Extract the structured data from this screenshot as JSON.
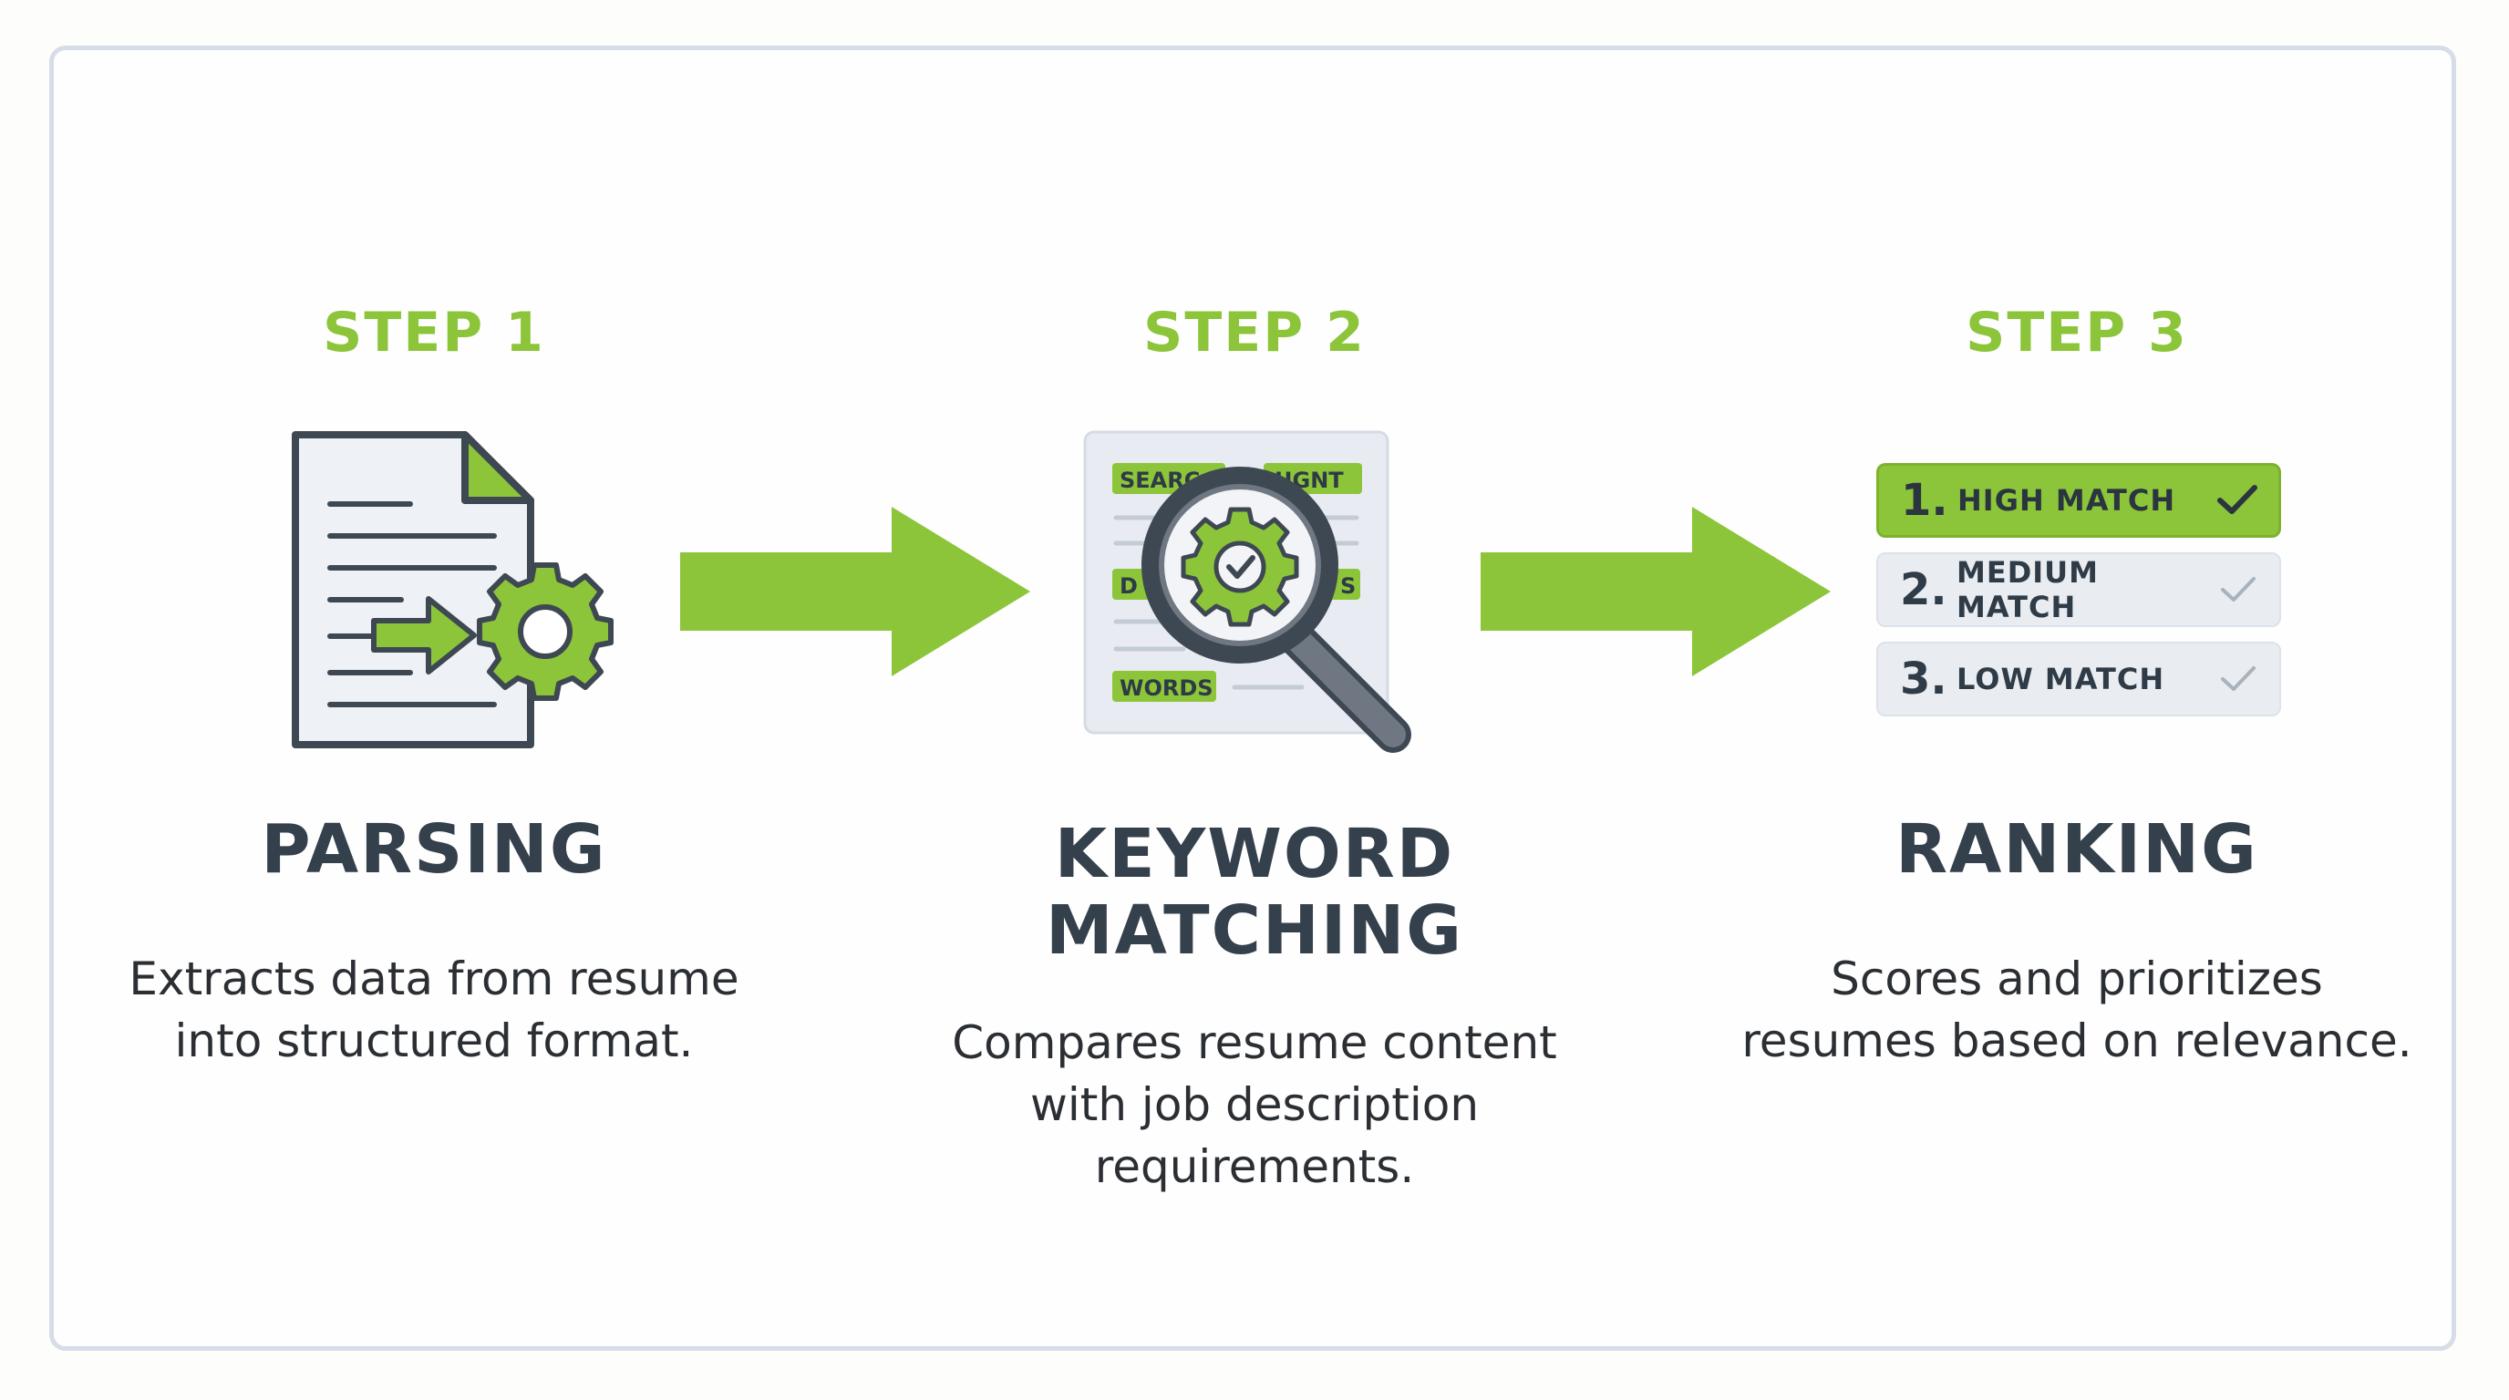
{
  "colors": {
    "accent": "#8cc53a",
    "dark": "#34404c",
    "frame_border": "#d6dde8",
    "light_panel": "#e9edf2"
  },
  "steps": [
    {
      "label": "STEP 1",
      "title": "PARSING",
      "description": "Extracts data from resume into structured format.",
      "icon": "document-gear-icon"
    },
    {
      "label": "STEP 2",
      "title_line1": "KEYWORD",
      "title_line2": "MATCHING",
      "description": "Compares resume content with job description requirements.",
      "icon": "magnifier-keywords-icon",
      "keyword_tags": [
        "SEARC",
        "UGNT",
        "D",
        "S",
        "WORDS"
      ]
    },
    {
      "label": "STEP 3",
      "title": "RANKING",
      "description": "Scores and prioritizes resumes based on relevance.",
      "icon": "ranked-list-icon",
      "ranks": [
        {
          "num": "1.",
          "label": "HIGH MATCH"
        },
        {
          "num": "2.",
          "label": "MEDIUM MATCH"
        },
        {
          "num": "3.",
          "label": "LOW MATCH"
        }
      ]
    }
  ],
  "arrows": [
    "right-arrow-icon",
    "right-arrow-icon"
  ]
}
